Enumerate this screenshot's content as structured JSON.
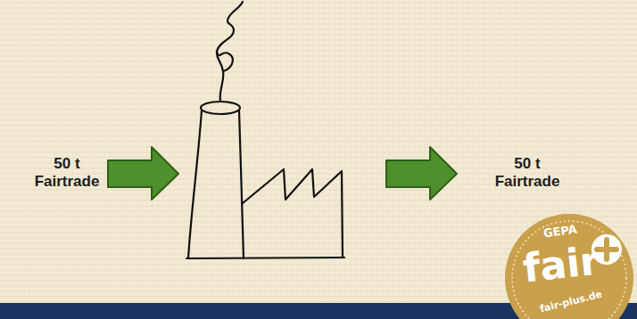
{
  "diagram": {
    "labels": [
      "50 t Fairtrade",
      "50 t Fairtrade",
      "GEPA",
      "fair",
      "fair-plus.de"
    ]
  }
}
